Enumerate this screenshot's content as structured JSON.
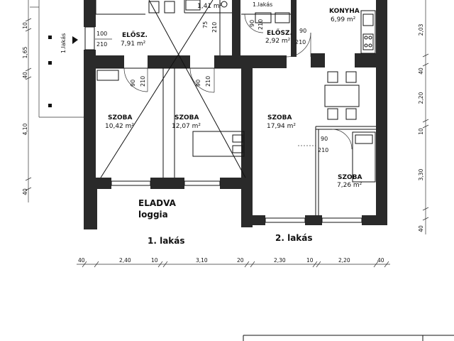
{
  "rooms": [
    {
      "id": "elosz-1",
      "name": "ELŐSZ.",
      "area": "7,91 m²"
    },
    {
      "id": "top-small",
      "name": "",
      "area": "1,41 m²"
    },
    {
      "id": "elosz-2",
      "name": "ELŐSZ.",
      "area": "2,92 m²"
    },
    {
      "id": "konyha",
      "name": "KONYHA",
      "area": "6,99 m²"
    },
    {
      "id": "szoba-1",
      "name": "SZOBA",
      "area": "10,42 m²"
    },
    {
      "id": "szoba-2",
      "name": "SZOBA",
      "area": "12,07 m²"
    },
    {
      "id": "szoba-3",
      "name": "SZOBA",
      "area": "17,94 m²"
    },
    {
      "id": "szoba-4",
      "name": "SZOBA",
      "area": "7,26 m²"
    }
  ],
  "doors": {
    "d100": "100",
    "d210a": "210",
    "d75": "75",
    "d210b": "210",
    "d90a": "90",
    "d210c": "210",
    "d90b": "90",
    "d210d": "210",
    "d90c": "90",
    "d210e": "210",
    "d90d": "90",
    "d210f": "210",
    "d90e": "90",
    "d210g": "210"
  },
  "labels": {
    "lakas_top": "1.lakás",
    "lakas_side": "1.lakás",
    "eladva": "ELADVA",
    "loggia": "loggia",
    "apt1": "1. lakás",
    "apt2": "2. lakás"
  },
  "dims_bottom": [
    "40",
    "2,40",
    "10",
    "3,10",
    "20",
    "2,30",
    "10",
    "2,20",
    "40"
  ],
  "dims_left": [
    "10",
    "1,65",
    "40",
    "4,10",
    "40"
  ],
  "dims_right": [
    "2,03",
    "40",
    "2,20",
    "10",
    "3,30",
    "40"
  ]
}
